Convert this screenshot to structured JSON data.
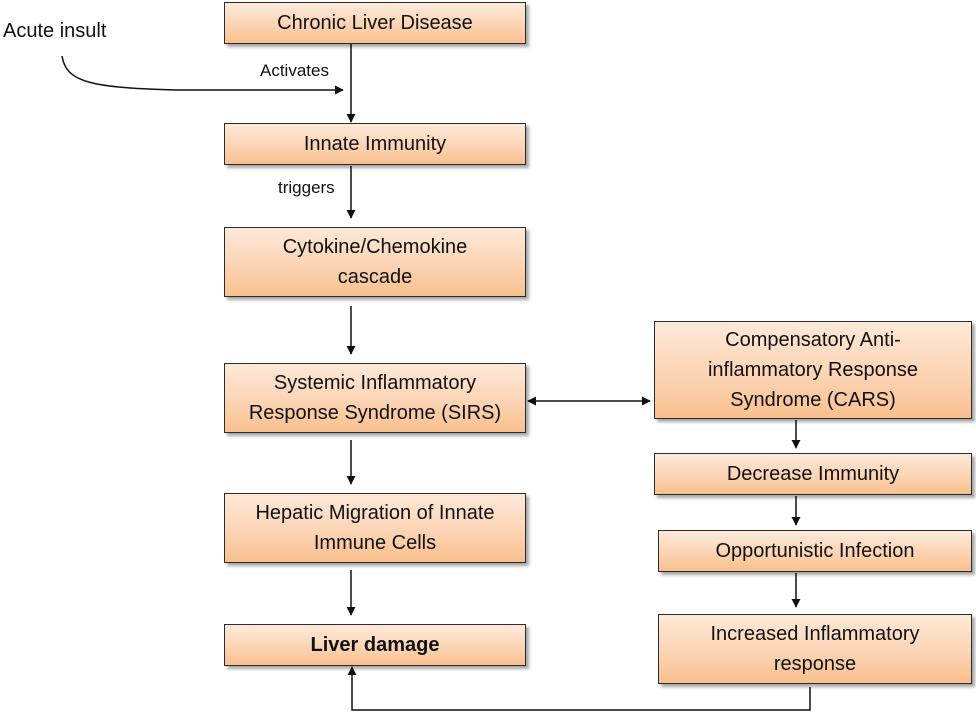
{
  "nodes": {
    "chronic_liver_disease": "Chronic Liver Disease",
    "innate_immunity": "Innate Immunity",
    "cytokine_cascade": "Cytokine/Chemokine cascade",
    "sirs": "Systemic Inflammatory Response Syndrome (SIRS)",
    "hepatic_migration": "Hepatic Migration of  Innate Immune Cells",
    "liver_damage": "Liver damage",
    "cars": "Compensatory Anti-inflammatory Response Syndrome (CARS)",
    "decrease_immunity": "Decrease Immunity",
    "opportunistic_infection": "Opportunistic Infection",
    "increased_inflammatory": "Increased Inflammatory response"
  },
  "labels": {
    "acute_insult": "Acute insult",
    "activates": "Activates",
    "triggers": "triggers"
  }
}
